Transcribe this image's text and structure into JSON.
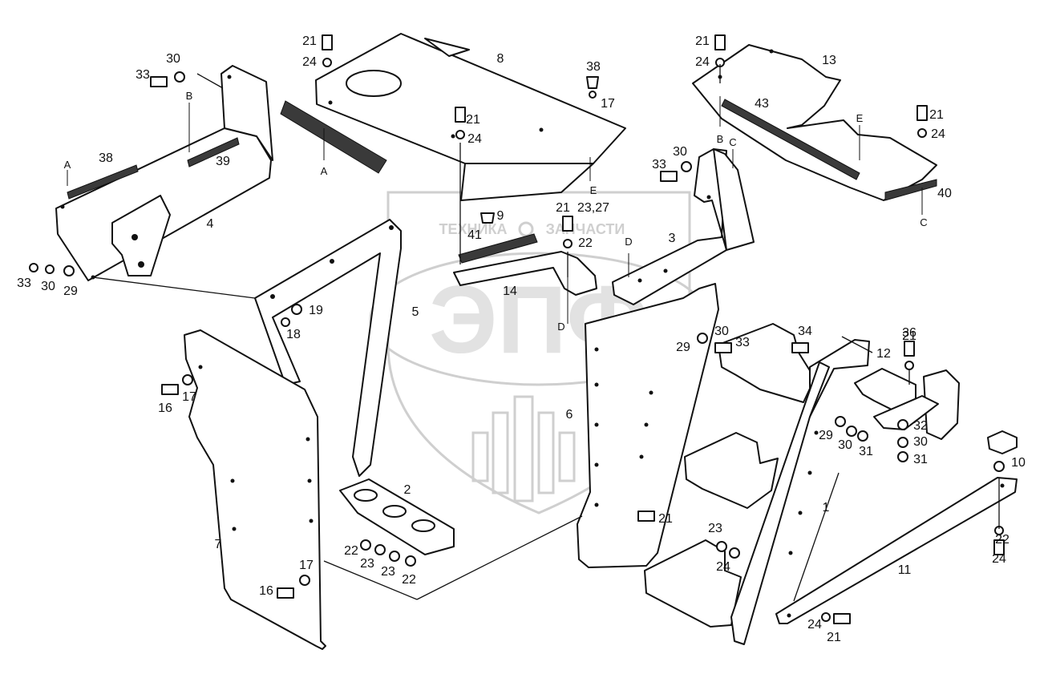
{
  "watermark": {
    "line1": "ТЕХНИКА",
    "line2": "ЗАПЧАСТИ",
    "logo_text": "ЭПФ",
    "color": "#cfcfcf"
  },
  "arrow_labels": [
    "A",
    "A",
    "B",
    "B",
    "C",
    "C",
    "D",
    "D",
    "E",
    "E"
  ],
  "callouts": [
    "1",
    "2",
    "3",
    "4",
    "5",
    "6",
    "7",
    "8",
    "9",
    "10",
    "11",
    "12",
    "13",
    "14",
    "16",
    "16",
    "17",
    "17",
    "17",
    "18",
    "19",
    "21",
    "21",
    "21",
    "21",
    "21",
    "21",
    "21",
    "21",
    "22",
    "22",
    "22",
    "22",
    "23",
    "23",
    "23",
    "23,27",
    "24",
    "24",
    "24",
    "24",
    "24",
    "24",
    "24",
    "29",
    "29",
    "29",
    "30",
    "30",
    "30",
    "30",
    "30",
    "30",
    "31",
    "31",
    "32",
    "33",
    "33",
    "33",
    "33",
    "34",
    "36",
    "38",
    "38",
    "39",
    "40",
    "41",
    "43"
  ]
}
